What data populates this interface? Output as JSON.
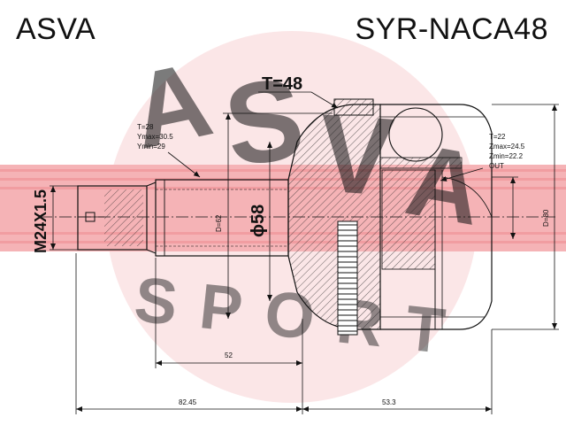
{
  "header": {
    "brand": "ASVA",
    "part_number": "SYR-NACA48"
  },
  "watermark": {
    "letters": [
      "A",
      "S",
      "V",
      "A"
    ],
    "word": "SPORT",
    "color": "#e9323a"
  },
  "annotations": {
    "outer_teeth": "T=48",
    "shaft_spline": [
      "T=28",
      "Ymax=30.5",
      "Ymin=29"
    ],
    "inner_spline": [
      "T=22",
      "Zmax=24.5",
      "Zmin=22.2",
      "OUT"
    ],
    "thread": "M24X1.5",
    "shaft_diameter_small": "D=62",
    "shaft_diameter": "ϕ58",
    "housing_diameter": "D=80"
  },
  "dimensions": {
    "length_52": "52",
    "length_82_45": "82.45",
    "length_53_3": "53.3"
  }
}
